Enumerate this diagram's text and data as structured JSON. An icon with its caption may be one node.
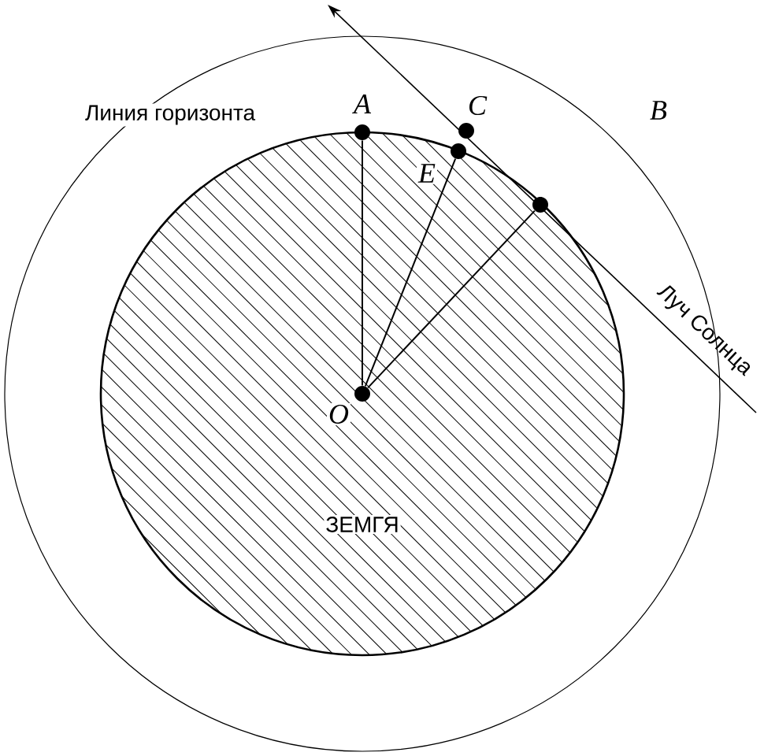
{
  "diagram": {
    "nodes": [
      {
        "text": [
          "Линия горизонта"
        ]
      },
      {
        "text": [
          "ЗЕМГЯ"
        ],
        "in": 0
      },
      {
        "text": [
          "O"
        ],
        "in": 1
      },
      {
        "text": [
          "A"
        ],
        "in": 0
      },
      {
        "text": [
          "E"
        ],
        "in": 1
      },
      {
        "text": [
          "C"
        ],
        "in": 0
      },
      {
        "text": [],
        "shape": "circle",
        "in": 1
      }
    ],
    "edges": [
      {
        "from": 2,
        "to": 3,
        "arrow": "none"
      },
      {
        "from": 2,
        "to": 4,
        "arrow": "none"
      },
      {
        "from": 2,
        "to": 6,
        "arrow": "none"
      }
    ],
    "labels": [
      "B",
      "Луч Солнца"
    ]
  }
}
